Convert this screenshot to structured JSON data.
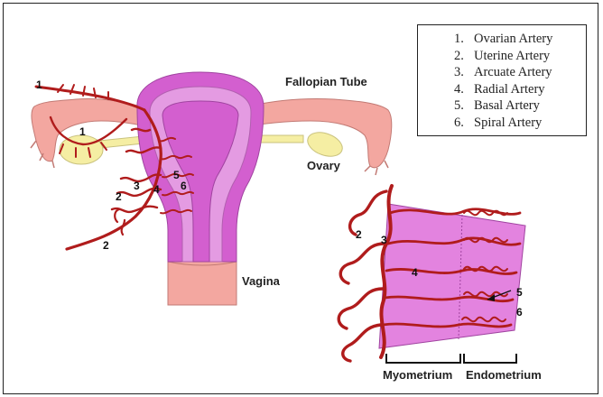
{
  "legend": {
    "items": [
      {
        "num": "1.",
        "label": "Ovarian Artery"
      },
      {
        "num": "2.",
        "label": "Uterine Artery"
      },
      {
        "num": "3.",
        "label": "Arcuate Artery"
      },
      {
        "num": "4.",
        "label": "Radial Artery"
      },
      {
        "num": "5.",
        "label": "Basal Artery"
      },
      {
        "num": "6.",
        "label": "Spiral Artery"
      }
    ]
  },
  "labels": {
    "fallopian_tube": "Fallopian Tube",
    "ovary": "Ovary",
    "vagina": "Vagina",
    "myometrium": "Myometrium",
    "endometrium": "Endometrium"
  },
  "markers": {
    "uterus": [
      "1",
      "1",
      "2",
      "2",
      "3",
      "4",
      "5",
      "6"
    ],
    "inset": [
      "2",
      "3",
      "4",
      "5",
      "6"
    ]
  },
  "colors": {
    "artery": "#b01c1c",
    "uterus_outer": "#d35fcf",
    "uterus_mid": "#e49be2",
    "tube_skin": "#f3a7a0",
    "ovary": "#f5eea3",
    "inset_tissue": "#e383df"
  }
}
